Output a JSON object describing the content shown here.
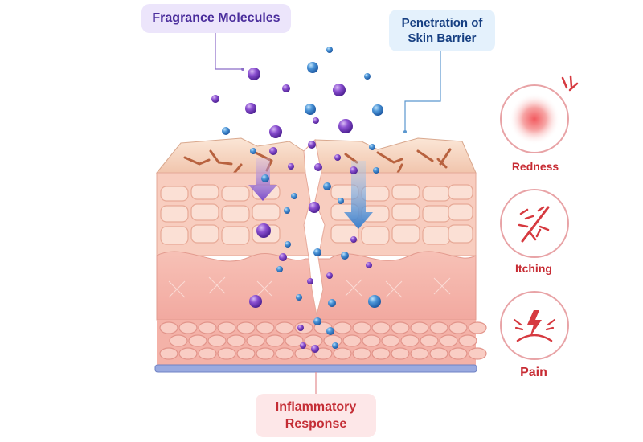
{
  "callouts": {
    "fragrance_molecules": "Fragrance Molecules",
    "penetration_line1": "Penetration of",
    "penetration_line2": "Skin Barrier",
    "inflammatory_line1": "Inflammatory",
    "inflammatory_line2": "Response"
  },
  "symptoms": [
    {
      "label": "Redness",
      "icon": "redness-glow-icon"
    },
    {
      "label": "Itching",
      "icon": "itching-slash-icon"
    },
    {
      "label": "Pain",
      "icon": "pain-bolt-icon"
    }
  ],
  "colors": {
    "molecule_purple": "#7e3fc0",
    "molecule_blue": "#3f86cf",
    "symptom_red": "#d63a40",
    "skin_outer": "#f7d6c4",
    "skin_pink": "#f6b7ad",
    "epidermis_cells": "#f9c7bd",
    "base_membrane": "#8b9ed6"
  }
}
